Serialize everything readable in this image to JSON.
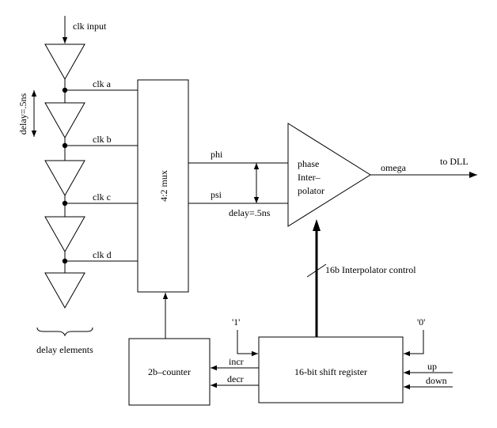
{
  "labels": {
    "clk_input": "clk input",
    "clk_a": "clk a",
    "clk_b": "clk b",
    "clk_c": "clk c",
    "clk_d": "clk d",
    "delay_5ns_vertical": "delay=.5ns",
    "delay_elements": "delay elements",
    "mux": "4:2 mux",
    "phi": "phi",
    "psi": "psi",
    "delay_5ns": "delay=.5ns",
    "interp_line1": "phase",
    "interp_line2": "Inter–",
    "interp_line3": "polator",
    "omega": "omega",
    "to_dll": "to DLL",
    "interp_control": "16b Interpolator control",
    "one": "'1'",
    "zero": "'0'",
    "counter": "2b–counter",
    "shift_register": "16-bit shift register",
    "incr": "incr",
    "decr": "decr",
    "up": "up",
    "down": "down"
  },
  "colors": {
    "line": "#000000",
    "background": "#ffffff"
  }
}
